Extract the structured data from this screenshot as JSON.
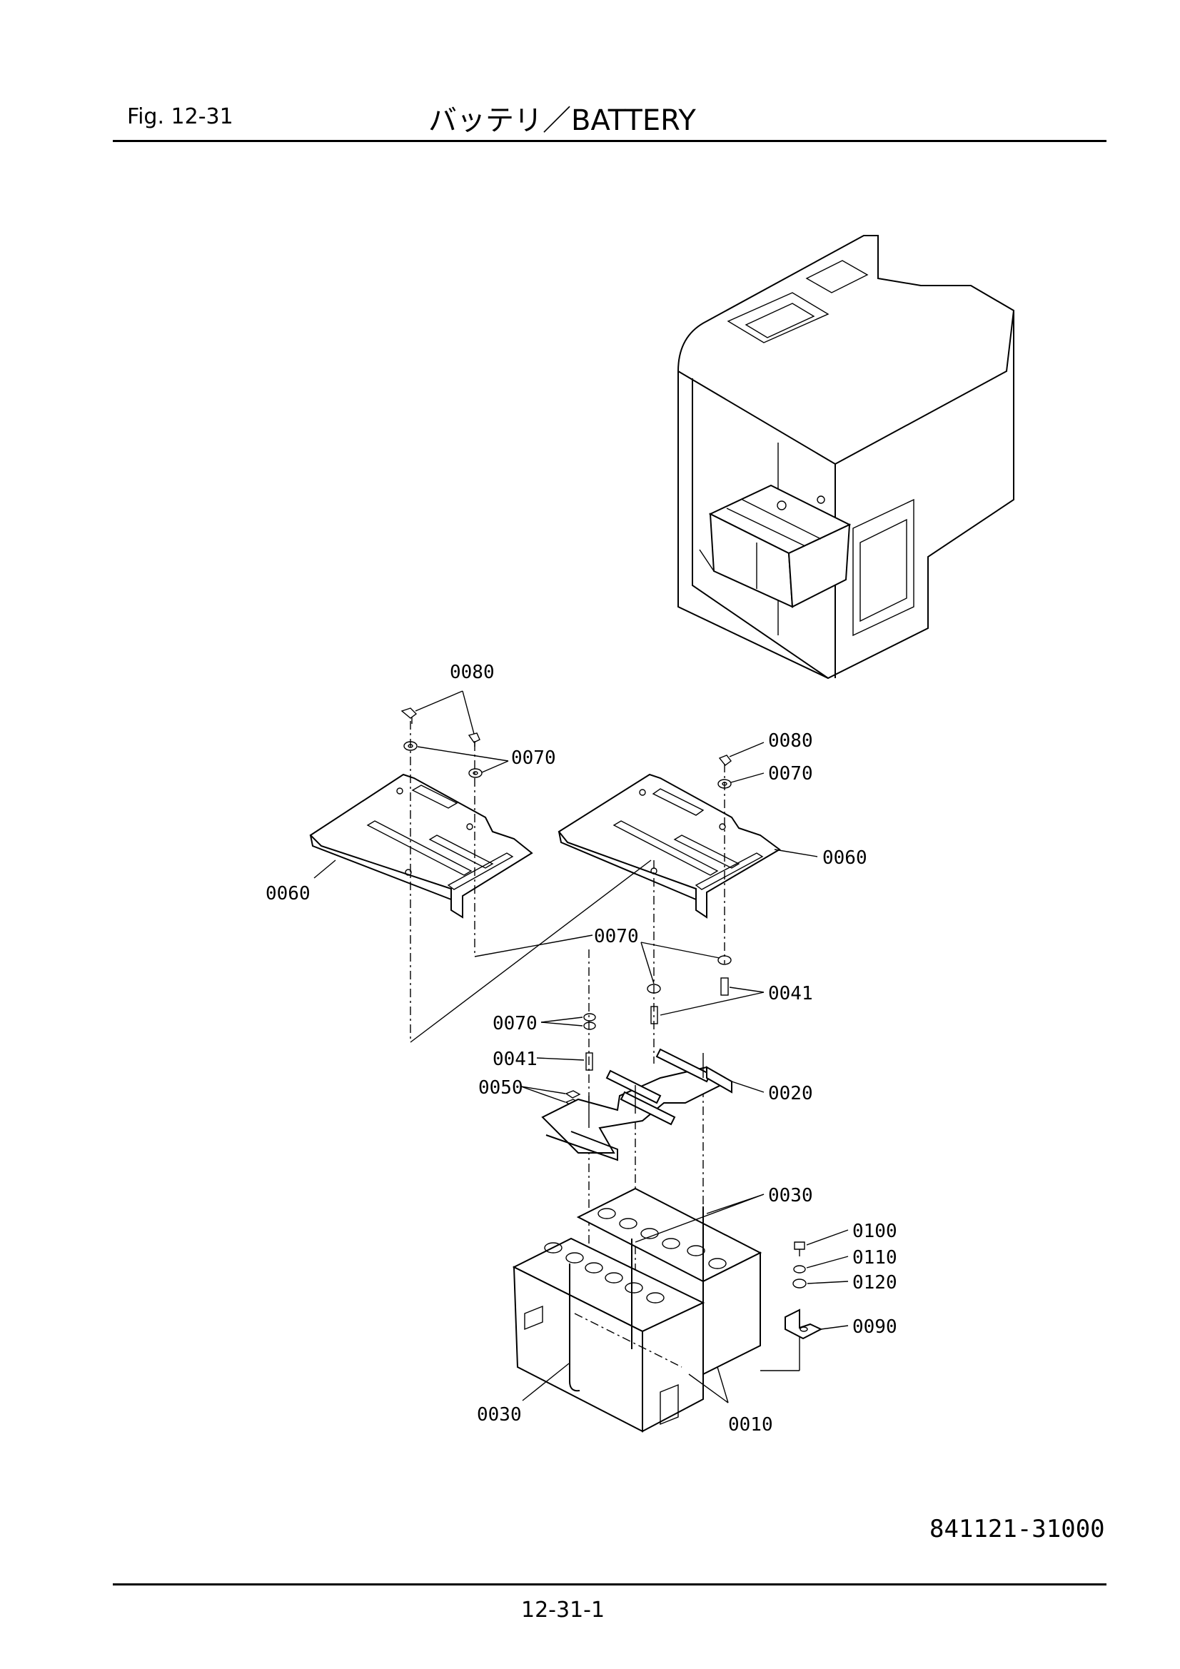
{
  "header": {
    "fig_label": "Fig.  12-31",
    "title": "バッテリ／BATTERY"
  },
  "footer": {
    "drawing_number": "841121-31000",
    "page_number": "12-31-1"
  },
  "callouts": {
    "c0080_a": "0080",
    "c0070_a": "0070",
    "c0060_a": "0060",
    "c0080_b": "0080",
    "c0070_b": "0070",
    "c0060_b": "0060",
    "c0070_c": "0070",
    "c0041_a": "0041",
    "c0070_d": "0070",
    "c0041_b": "0041",
    "c0050": "0050",
    "c0020": "0020",
    "c0030_a": "0030",
    "c0100": "0100",
    "c0110": "0110",
    "c0120": "0120",
    "c0090": "0090",
    "c0030_b": "0030",
    "c0010": "0010"
  }
}
